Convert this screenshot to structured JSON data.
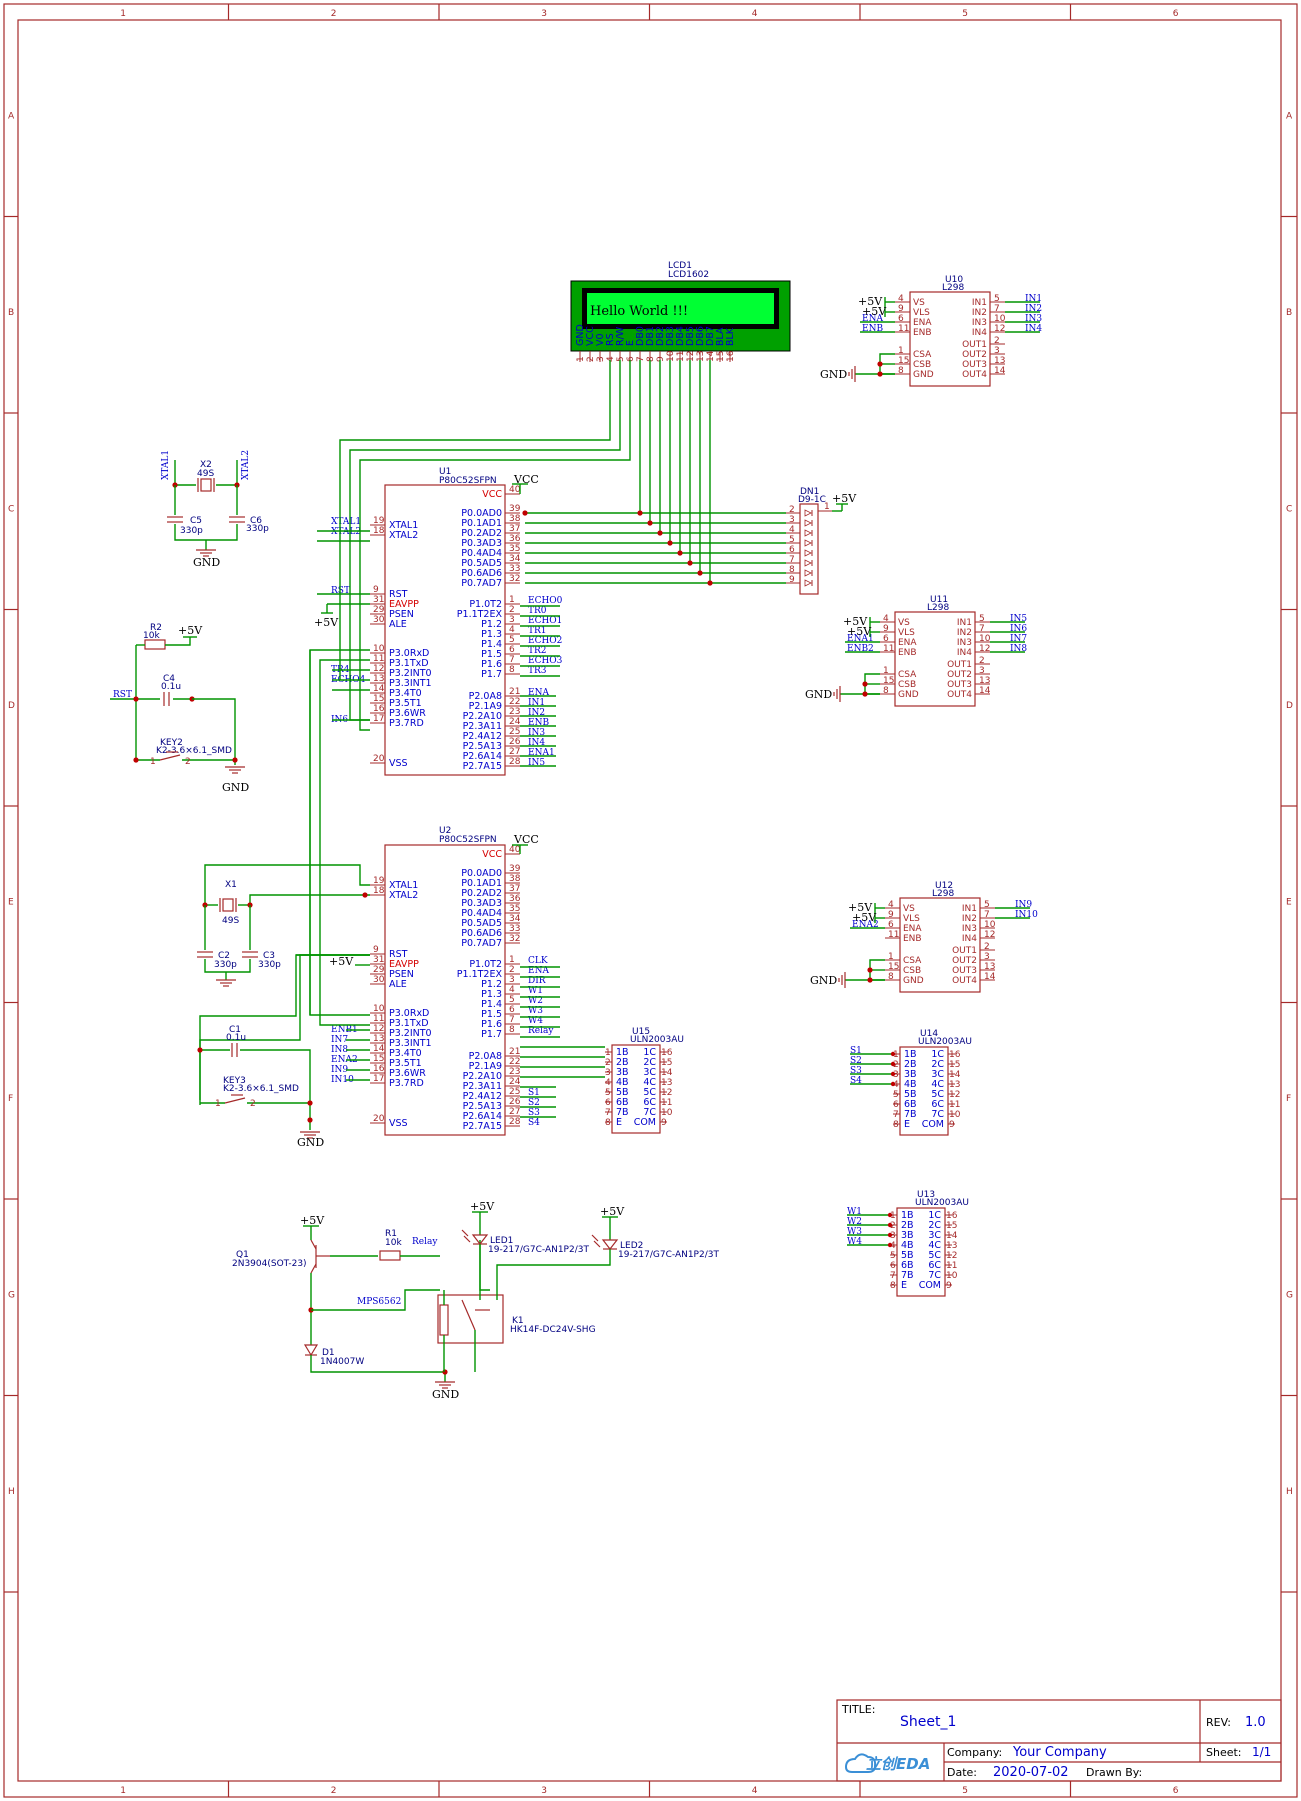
{
  "sheet": {
    "col_labels": [
      "1",
      "2",
      "3",
      "4",
      "5",
      "6"
    ],
    "row_labels": [
      "A",
      "B",
      "C",
      "D",
      "E",
      "F",
      "G",
      "H"
    ]
  },
  "title_block": {
    "title_label": "TITLE:",
    "title_value": "Sheet_1",
    "rev_label": "REV:",
    "rev_value": "1.0",
    "company_label": "Company:",
    "company_value": "Your Company",
    "sheet_label": "Sheet:",
    "sheet_value": "1/1",
    "date_label": "Date:",
    "date_value": "2020-07-02",
    "drawn_label": "Drawn By:",
    "drawn_value": "",
    "logo_text": "立创EDA"
  },
  "lcd": {
    "ref": "LCD1",
    "value": "LCD1602",
    "display_text": "Hello World !!!",
    "pin_names": [
      "GND",
      "VCC",
      "V0",
      "RS",
      "R/W",
      "E",
      "DB0",
      "DB1",
      "DB2",
      "DB3",
      "DB4",
      "DB5",
      "DB6",
      "DB7",
      "BLA",
      "BLK"
    ],
    "pin_numbers": [
      "1",
      "2",
      "3",
      "4",
      "5",
      "6",
      "7",
      "8",
      "9",
      "10",
      "11",
      "12",
      "13",
      "14",
      "15",
      "16"
    ],
    "colors": {
      "body": "#00a000",
      "screen": "#00ff33",
      "frame": "#000000"
    }
  },
  "mcu_u1": {
    "ref": "U1",
    "value": "P80C52SFPN",
    "vcc_label": "VCC",
    "left_pins": [
      {
        "num": "19",
        "name": "XTAL1",
        "net": "XTAL1"
      },
      {
        "num": "18",
        "name": "XTAL2",
        "net": "XTAL2"
      },
      {
        "num": "9",
        "name": "RST",
        "net": "RST"
      },
      {
        "num": "31",
        "name": "EAVPP",
        "net": ""
      },
      {
        "num": "29",
        "name": "PSEN",
        "net": ""
      },
      {
        "num": "30",
        "name": "ALE",
        "net": ""
      },
      {
        "num": "10",
        "name": "P3.0RxD",
        "net": ""
      },
      {
        "num": "11",
        "name": "P3.1TxD",
        "net": ""
      },
      {
        "num": "12",
        "name": "P3.2INT0",
        "net": "TR4"
      },
      {
        "num": "13",
        "name": "P3.3INT1",
        "net": "ECHO4"
      },
      {
        "num": "14",
        "name": "P3.4T0",
        "net": ""
      },
      {
        "num": "15",
        "name": "P3.5T1",
        "net": ""
      },
      {
        "num": "16",
        "name": "P3.6WR",
        "net": ""
      },
      {
        "num": "17",
        "name": "P3.7RD",
        "net": "IN6"
      },
      {
        "num": "20",
        "name": "VSS",
        "net": ""
      }
    ],
    "right_pins": [
      {
        "num": "40",
        "name": "VCC",
        "net": ""
      },
      {
        "num": "39",
        "name": "P0.0AD0",
        "net": ""
      },
      {
        "num": "38",
        "name": "P0.1AD1",
        "net": ""
      },
      {
        "num": "37",
        "name": "P0.2AD2",
        "net": ""
      },
      {
        "num": "36",
        "name": "P0.3AD3",
        "net": ""
      },
      {
        "num": "35",
        "name": "P0.4AD4",
        "net": ""
      },
      {
        "num": "34",
        "name": "P0.5AD5",
        "net": ""
      },
      {
        "num": "33",
        "name": "P0.6AD6",
        "net": ""
      },
      {
        "num": "32",
        "name": "P0.7AD7",
        "net": ""
      },
      {
        "num": "1",
        "name": "P1.0T2",
        "net": "ECHO0"
      },
      {
        "num": "2",
        "name": "P1.1T2EX",
        "net": "TR0"
      },
      {
        "num": "3",
        "name": "P1.2",
        "net": "ECHO1"
      },
      {
        "num": "4",
        "name": "P1.3",
        "net": "TR1"
      },
      {
        "num": "5",
        "name": "P1.4",
        "net": "ECHO2"
      },
      {
        "num": "6",
        "name": "P1.5",
        "net": "TR2"
      },
      {
        "num": "7",
        "name": "P1.6",
        "net": "ECHO3"
      },
      {
        "num": "8",
        "name": "P1.7",
        "net": "TR3"
      },
      {
        "num": "21",
        "name": "P2.0A8",
        "net": "ENA"
      },
      {
        "num": "22",
        "name": "P2.1A9",
        "net": "IN1"
      },
      {
        "num": "23",
        "name": "P2.2A10",
        "net": "IN2"
      },
      {
        "num": "24",
        "name": "P2.3A11",
        "net": "ENB"
      },
      {
        "num": "25",
        "name": "P2.4A12",
        "net": "IN3"
      },
      {
        "num": "26",
        "name": "P2.5A13",
        "net": "IN4"
      },
      {
        "num": "27",
        "name": "P2.6A14",
        "net": "ENA1"
      },
      {
        "num": "28",
        "name": "P2.7A15",
        "net": "IN5"
      }
    ]
  },
  "mcu_u2": {
    "ref": "U2",
    "value": "P80C52SFPN",
    "vcc_label": "VCC",
    "left_pins": [
      {
        "num": "19",
        "name": "XTAL1",
        "net": ""
      },
      {
        "num": "18",
        "name": "XTAL2",
        "net": ""
      },
      {
        "num": "9",
        "name": "RST",
        "net": ""
      },
      {
        "num": "31",
        "name": "EAVPP",
        "net": ""
      },
      {
        "num": "29",
        "name": "PSEN",
        "net": ""
      },
      {
        "num": "30",
        "name": "ALE",
        "net": ""
      },
      {
        "num": "10",
        "name": "P3.0RxD",
        "net": ""
      },
      {
        "num": "11",
        "name": "P3.1TxD",
        "net": ""
      },
      {
        "num": "12",
        "name": "P3.2INT0",
        "net": "ENB1"
      },
      {
        "num": "13",
        "name": "P3.3INT1",
        "net": "IN7"
      },
      {
        "num": "14",
        "name": "P3.4T0",
        "net": "IN8"
      },
      {
        "num": "15",
        "name": "P3.5T1",
        "net": "ENA2"
      },
      {
        "num": "16",
        "name": "P3.6WR",
        "net": "IN9"
      },
      {
        "num": "17",
        "name": "P3.7RD",
        "net": "IN10"
      },
      {
        "num": "20",
        "name": "VSS",
        "net": ""
      }
    ],
    "right_pins": [
      {
        "num": "40",
        "name": "VCC",
        "net": ""
      },
      {
        "num": "39",
        "name": "P0.0AD0",
        "net": ""
      },
      {
        "num": "38",
        "name": "P0.1AD1",
        "net": ""
      },
      {
        "num": "37",
        "name": "P0.2AD2",
        "net": ""
      },
      {
        "num": "36",
        "name": "P0.3AD3",
        "net": ""
      },
      {
        "num": "35",
        "name": "P0.4AD4",
        "net": ""
      },
      {
        "num": "34",
        "name": "P0.5AD5",
        "net": ""
      },
      {
        "num": "33",
        "name": "P0.6AD6",
        "net": ""
      },
      {
        "num": "32",
        "name": "P0.7AD7",
        "net": ""
      },
      {
        "num": "1",
        "name": "P1.0T2",
        "net": "CLK"
      },
      {
        "num": "2",
        "name": "P1.1T2EX",
        "net": "ENA"
      },
      {
        "num": "3",
        "name": "P1.2",
        "net": "DIR"
      },
      {
        "num": "4",
        "name": "P1.3",
        "net": "W1"
      },
      {
        "num": "5",
        "name": "P1.4",
        "net": "W2"
      },
      {
        "num": "6",
        "name": "P1.5",
        "net": "W3"
      },
      {
        "num": "7",
        "name": "P1.6",
        "net": "W4"
      },
      {
        "num": "8",
        "name": "P1.7",
        "net": "Relay"
      },
      {
        "num": "21",
        "name": "P2.0A8",
        "net": ""
      },
      {
        "num": "22",
        "name": "P2.1A9",
        "net": ""
      },
      {
        "num": "23",
        "name": "P2.2A10",
        "net": ""
      },
      {
        "num": "24",
        "name": "P2.3A11",
        "net": ""
      },
      {
        "num": "25",
        "name": "P2.4A12",
        "net": "S1"
      },
      {
        "num": "26",
        "name": "P2.5A13",
        "net": "S2"
      },
      {
        "num": "27",
        "name": "P2.6A14",
        "net": "S3"
      },
      {
        "num": "28",
        "name": "P2.7A15",
        "net": "S4"
      }
    ]
  },
  "l298": [
    {
      "ref": "U10",
      "value": "L298",
      "pwr": [
        "+5V",
        "+5V"
      ],
      "left_nets": [
        "",
        "",
        "ENA",
        "ENB"
      ],
      "right_nets": [
        "IN1",
        "IN2",
        "IN3",
        "IN4"
      ],
      "gnd": "GND"
    },
    {
      "ref": "U11",
      "value": "L298",
      "pwr": [
        "+5V",
        "+5V"
      ],
      "left_nets": [
        "",
        "",
        "ENA1",
        "ENB2"
      ],
      "right_nets": [
        "IN5",
        "IN6",
        "IN7",
        "IN8"
      ],
      "gnd": "GND"
    },
    {
      "ref": "U12",
      "value": "L298",
      "pwr": [
        "+5V",
        "+5V"
      ],
      "left_nets": [
        "",
        "",
        "ENA2",
        ""
      ],
      "right_nets": [
        "IN9",
        "IN10",
        "",
        ""
      ],
      "gnd": "GND"
    }
  ],
  "l298_pins": {
    "left": [
      {
        "num": "4",
        "name": "VS"
      },
      {
        "num": "9",
        "name": "VLS"
      },
      {
        "num": "6",
        "name": "ENA"
      },
      {
        "num": "11",
        "name": "ENB"
      },
      {
        "num": "1",
        "name": "CSA"
      },
      {
        "num": "15",
        "name": "CSB"
      },
      {
        "num": "8",
        "name": "GND"
      }
    ],
    "right": [
      {
        "num": "5",
        "name": "IN1"
      },
      {
        "num": "7",
        "name": "IN2"
      },
      {
        "num": "10",
        "name": "IN3"
      },
      {
        "num": "12",
        "name": "IN4"
      },
      {
        "num": "2",
        "name": "OUT1"
      },
      {
        "num": "3",
        "name": "OUT2"
      },
      {
        "num": "13",
        "name": "OUT3"
      },
      {
        "num": "14",
        "name": "OUT4"
      }
    ]
  },
  "uln2003": [
    {
      "ref": "U15",
      "value": "ULN2003AU",
      "nets": [
        "",
        "",
        "",
        "",
        "",
        "",
        "",
        ""
      ]
    },
    {
      "ref": "U14",
      "value": "ULN2003AU",
      "nets": [
        "S1",
        "S2",
        "S3",
        "S4",
        "",
        "",
        "",
        ""
      ]
    },
    {
      "ref": "U13",
      "value": "ULN2003AU",
      "nets": [
        "W1",
        "W2",
        "W3",
        "W4",
        "",
        "",
        "",
        ""
      ]
    }
  ],
  "uln_pins": {
    "left": [
      {
        "num": "1",
        "name": "1B"
      },
      {
        "num": "2",
        "name": "2B"
      },
      {
        "num": "3",
        "name": "3B"
      },
      {
        "num": "4",
        "name": "4B"
      },
      {
        "num": "5",
        "name": "5B"
      },
      {
        "num": "6",
        "name": "6B"
      },
      {
        "num": "7",
        "name": "7B"
      },
      {
        "num": "8",
        "name": "E"
      }
    ],
    "right": [
      {
        "num": "16",
        "name": "1C"
      },
      {
        "num": "15",
        "name": "2C"
      },
      {
        "num": "14",
        "name": "3C"
      },
      {
        "num": "13",
        "name": "4C"
      },
      {
        "num": "12",
        "name": "5C"
      },
      {
        "num": "11",
        "name": "6C"
      },
      {
        "num": "10",
        "name": "7C"
      },
      {
        "num": "9",
        "name": "COM"
      }
    ]
  },
  "dn1": {
    "ref": "DN1",
    "value": "D9-1C",
    "pwr": "+5V",
    "pins": [
      "1",
      "2",
      "3",
      "4",
      "5",
      "6",
      "7",
      "8",
      "9"
    ]
  },
  "xtal_u1": {
    "ref": "X2",
    "value": "49S",
    "c_left": {
      "ref": "C5",
      "value": "330p"
    },
    "c_right": {
      "ref": "C6",
      "value": "330p"
    },
    "net_left": "XTAL1",
    "net_right": "XTAL2",
    "gnd": "GND"
  },
  "xtal_u2": {
    "ref": "X1",
    "value": "49S",
    "c_left": {
      "ref": "C2",
      "value": "330p"
    },
    "c_right": {
      "ref": "C3",
      "value": "330p"
    }
  },
  "reset_u1": {
    "r": {
      "ref": "R2",
      "value": "10k"
    },
    "c": {
      "ref": "C4",
      "value": "0.1u"
    },
    "key": {
      "ref": "KEY2",
      "value": "K2-3.6×6.1_SMD"
    },
    "pwr": "+5V",
    "net": "RST",
    "gnd": "GND"
  },
  "reset_u2": {
    "c": {
      "ref": "C1",
      "value": "0.1u"
    },
    "key": {
      "ref": "KEY3",
      "value": "K2-3.6×6.1_SMD"
    },
    "gnd": "GND"
  },
  "power_labels": {
    "pwr5v": "+5V",
    "vcc": "VCC",
    "gnd": "GND"
  },
  "relay": {
    "q1": {
      "ref": "Q1",
      "value": "2N3904(SOT-23)"
    },
    "r1": {
      "ref": "R1",
      "value": "10k"
    },
    "relay_net": "Relay",
    "mps": "MPS6562",
    "d1": {
      "ref": "D1",
      "value": "1N4007W"
    },
    "led1": {
      "ref": "LED1",
      "value": "19-217/G7C-AN1P2/3T"
    },
    "led2": {
      "ref": "LED2",
      "value": "19-217/G7C-AN1P2/3T"
    },
    "k1": {
      "ref": "K1",
      "value": "HK14F-DC24V-SHG"
    },
    "pwr": [
      "+5V",
      "+5V",
      "+5V"
    ],
    "gnd": "GND"
  },
  "colors": {
    "frame": "#a52a2a",
    "wire": "#009400",
    "pin_name": "#0000cc",
    "junction": "#c00000"
  }
}
